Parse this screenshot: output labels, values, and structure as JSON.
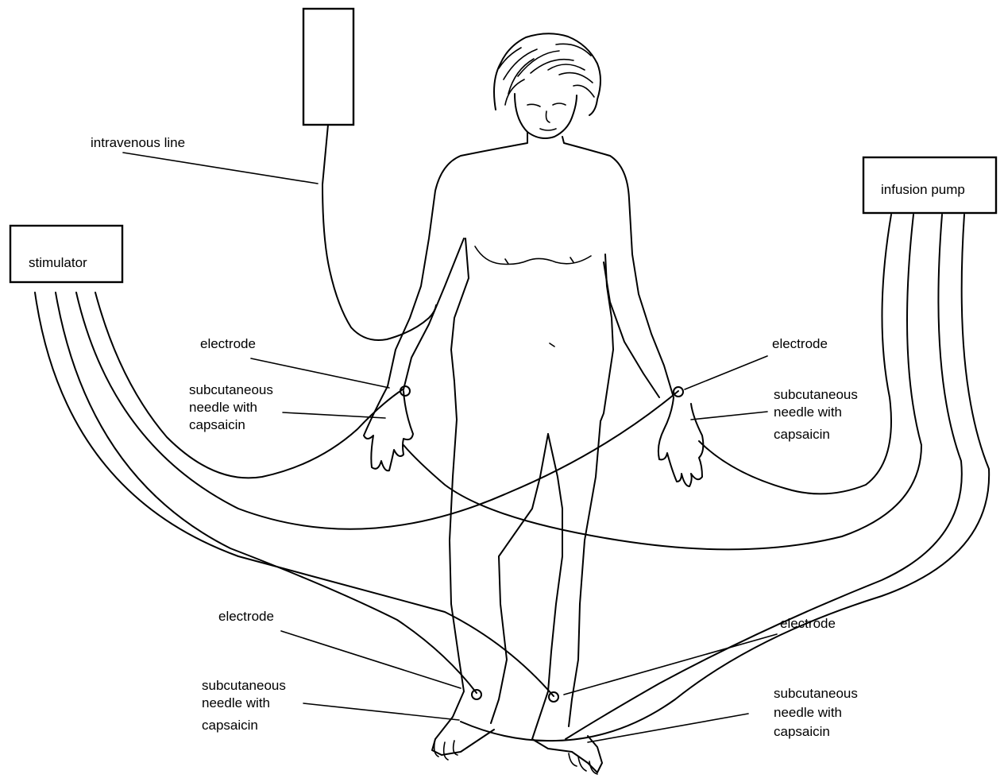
{
  "devices": {
    "iv_bag": "",
    "stimulator": "stimulator",
    "infusion_pump": "infusion pump"
  },
  "labels": {
    "iv_line": "intravenous line",
    "electrode_left_hand": "electrode",
    "needle_left_hand": [
      "subcutaneous",
      "needle with",
      "capsaicin"
    ],
    "electrode_right_hand": "electrode",
    "needle_right_hand": [
      "subcutaneous",
      "needle with",
      "capsaicin"
    ],
    "electrode_left_foot": "electrode",
    "needle_left_foot": [
      "subcutaneous",
      "needle with",
      "capsaicin"
    ],
    "electrode_right_foot": "electrode",
    "needle_right_foot": [
      "subcutaneous",
      "needle with",
      "capsaicin"
    ]
  },
  "colors": {
    "ink": "#000000",
    "paper": "#ffffff"
  }
}
